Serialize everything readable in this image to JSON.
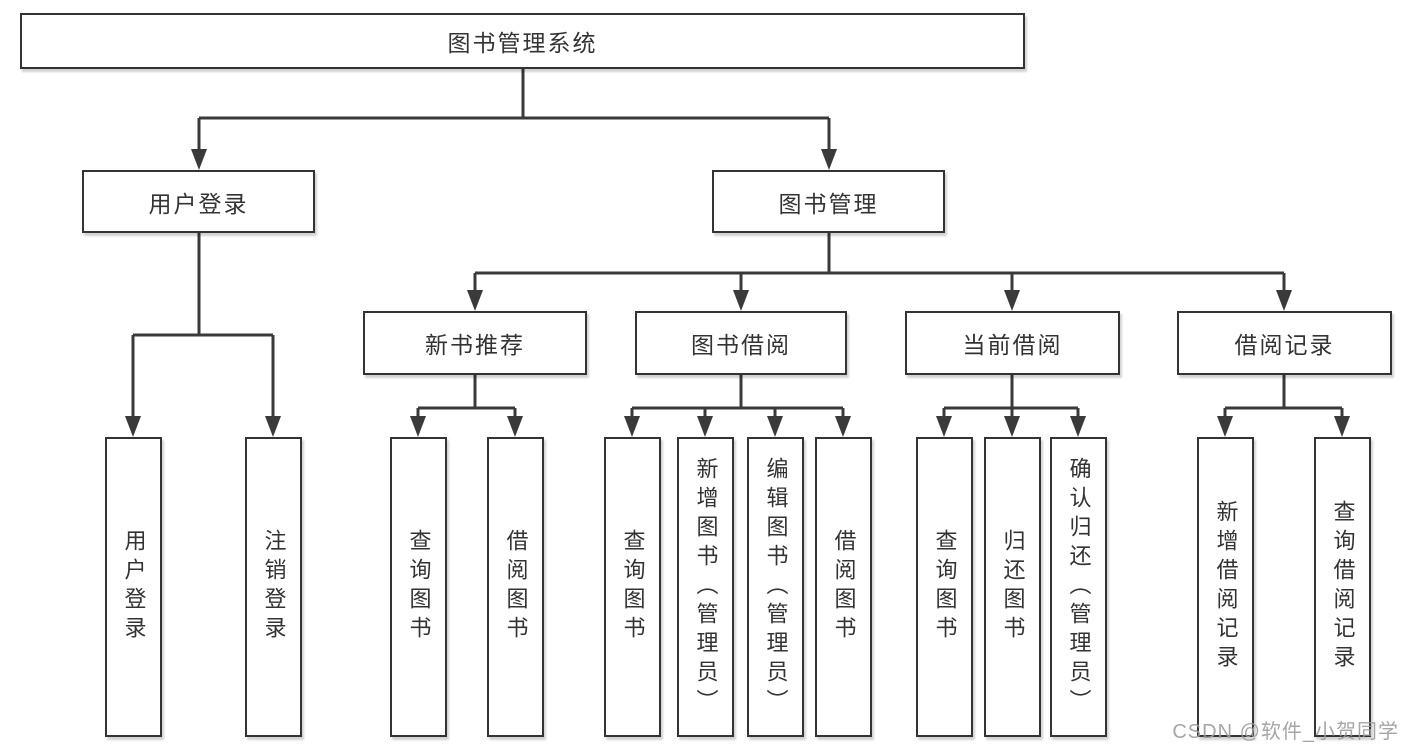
{
  "diagram": {
    "root": {
      "label": "图书管理系统"
    },
    "modules": [
      {
        "label": "用户登录",
        "children": [
          {
            "label": "用户登录"
          },
          {
            "label": "注销登录"
          }
        ]
      },
      {
        "label": "图书管理",
        "children": [
          {
            "label": "新书推荐",
            "children": [
              {
                "label": "查询图书"
              },
              {
                "label": "借阅图书"
              }
            ]
          },
          {
            "label": "图书借阅",
            "children": [
              {
                "label": "查询图书"
              },
              {
                "label": "新增图书（管理员）"
              },
              {
                "label": "编辑图书（管理员）"
              },
              {
                "label": "借阅图书"
              }
            ]
          },
          {
            "label": "当前借阅",
            "children": [
              {
                "label": "查询图书"
              },
              {
                "label": "归还图书"
              },
              {
                "label": "确认归还（管理员）"
              }
            ]
          },
          {
            "label": "借阅记录",
            "children": [
              {
                "label": "新增借阅记录"
              },
              {
                "label": "查询借阅记录"
              }
            ]
          }
        ]
      }
    ]
  },
  "watermark": {
    "text": "CSDN @软件_小贺同学"
  },
  "colors": {
    "line": "#3a3a3a",
    "box_border": "#333333",
    "box_fill": "#ffffff",
    "text": "#333333",
    "watermark": "#9d9d9d"
  }
}
